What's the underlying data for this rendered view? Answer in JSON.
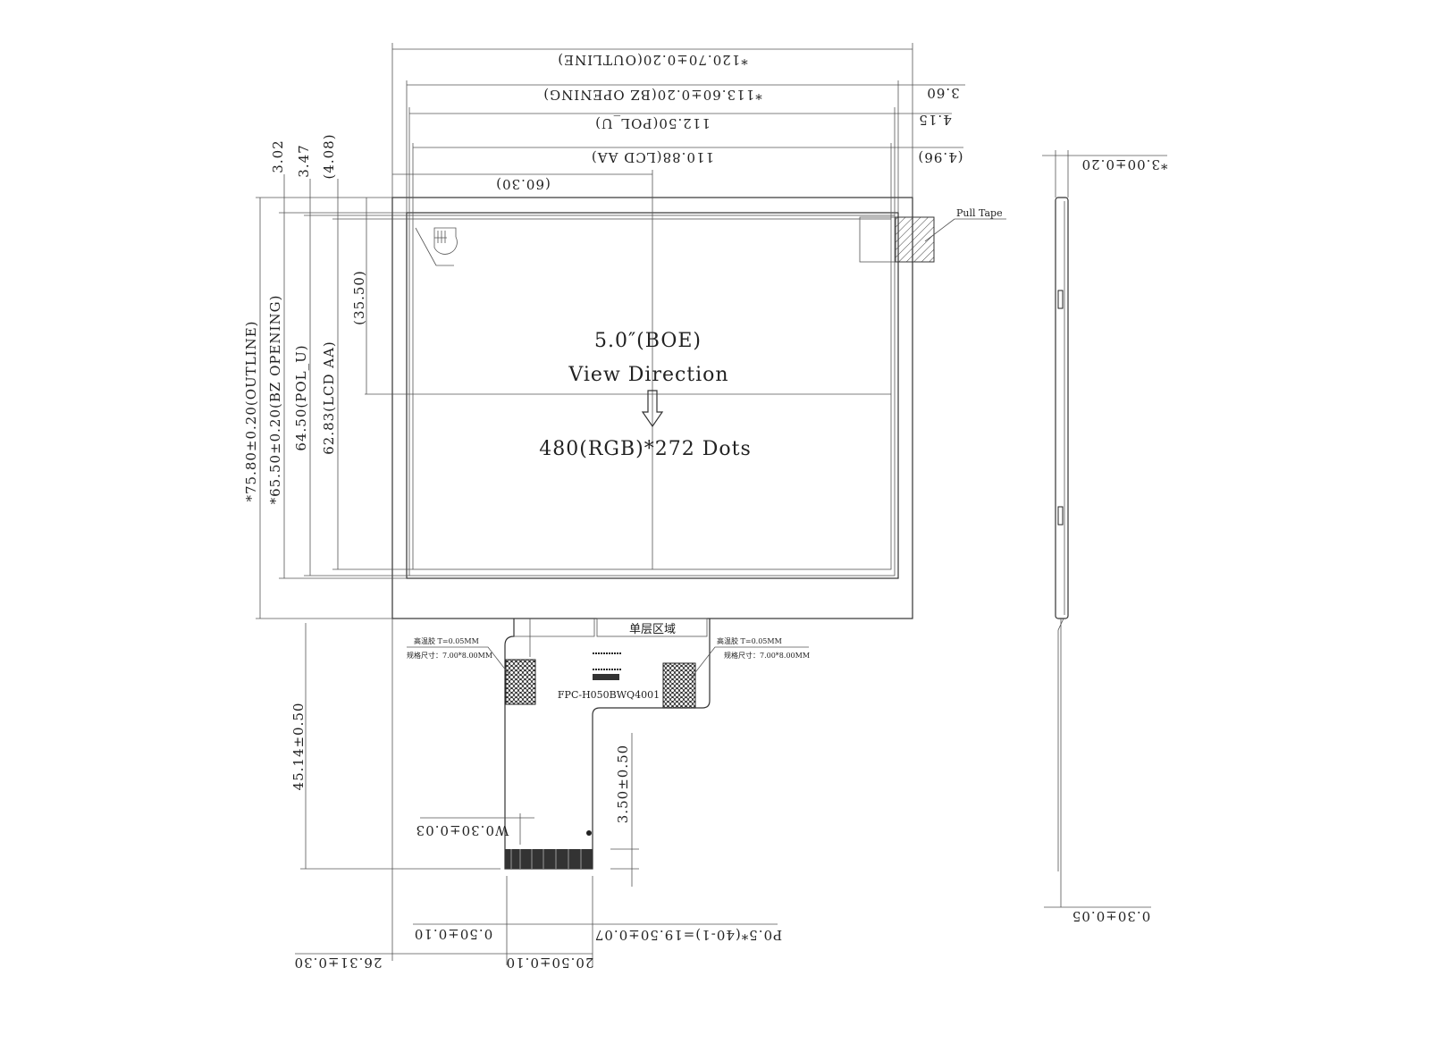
{
  "drawing": {
    "top_dims": {
      "outline": "*120.70±0.20(OUTLINE)",
      "bz_opening": "*113.60±0.20(BZ OPENING)",
      "pol_u": "112.50(POL_U)",
      "lcd_aa": "110.88(LCD AA)",
      "center": "(60.30)",
      "right_1": "3.60",
      "right_2": "4.15",
      "right_3": "(4.96)"
    },
    "left_dims": {
      "outline": "*75.80±0.20(OUTLINE)",
      "bz_opening": "*65.50±0.20(BZ OPENING)",
      "pol_u": "64.50(POL_U)",
      "lcd_aa": "62.83(LCD AA)",
      "center": "(35.50)",
      "top_1": "3.02",
      "top_2": "3.47",
      "top_3": "(4.08)"
    },
    "panel": {
      "size": "5.0″(BOE)",
      "view_direction": "View Direction",
      "resolution": "480(RGB)*272 Dots",
      "pull_tape": "Pull Tape"
    },
    "fpc": {
      "single_layer": "单层区域",
      "tape_left_1": "高温胶 T=0.05MM",
      "tape_left_2": "规格尺寸：7.00*8.00MM",
      "tape_right_1": "高温胶 T=0.05MM",
      "tape_right_2": "规格尺寸：7.00*8.00MM",
      "part_number": "FPC-H050BWQ4001",
      "length": "45.14±0.50",
      "stiffener": "3.50±0.50",
      "pin_width": "W0.30±0.03",
      "edge": "0.50±0.10",
      "pitch": "P0.5*(40-1)=19.50±0.07",
      "offset": "26.31±0.30",
      "width": "20.50±0.10"
    },
    "side_view": {
      "thickness": "*3.00±0.20",
      "fpc_thickness": "0.30±0.05"
    }
  }
}
